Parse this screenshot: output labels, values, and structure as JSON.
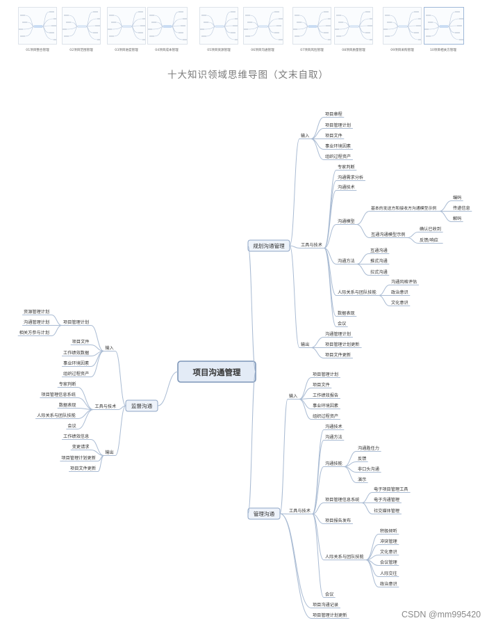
{
  "thumbnails": [
    {
      "label": "01项目整合管理"
    },
    {
      "label": "02项目范围管理"
    },
    {
      "label": "03项目进度管理"
    },
    {
      "label": "04项目成本管理"
    },
    {
      "label": "05项目资源管理"
    },
    {
      "label": "06项目沟通管理"
    },
    {
      "label": "07项目风险管理"
    },
    {
      "label": "08项目质量管理"
    },
    {
      "label": "09项目采购管理"
    },
    {
      "label": "10项目相关方管理",
      "active": true
    }
  ],
  "caption": "十大知识领域思维导图（文末自取）",
  "mindmap": {
    "root": "项目沟通管理",
    "nodes": {
      "plan": "规划沟通管理",
      "plan_in": "输入",
      "plan_in_1": "项目章程",
      "plan_in_2": "项目管理计划",
      "plan_in_3": "项目文件",
      "plan_in_4": "事业环境因素",
      "plan_in_5": "组织过程资产",
      "plan_tt": "工具与技术",
      "plan_tt_1": "专家判断",
      "plan_tt_2": "沟通需求分析",
      "plan_tt_3": "沟通技术",
      "plan_tt_model": "沟通模型",
      "model_basic": "基本的发送方和接收方沟通模型示例",
      "model_basic_1": "编码",
      "model_basic_2": "传递信息",
      "model_basic_3": "解码",
      "model_inter": "互通沟通模型示例",
      "model_inter_1": "确认已收到",
      "model_inter_2": "反馈/响应",
      "plan_tt_method": "沟通方法",
      "method_1": "互通沟通",
      "method_2": "推式沟通",
      "method_3": "拉式沟通",
      "plan_tt_skill": "人际关系与团队技能",
      "skill_1": "沟通风格评估",
      "skill_2": "政治意识",
      "skill_3": "文化意识",
      "plan_tt_5": "数据表现",
      "plan_tt_6": "会议",
      "plan_out": "输出",
      "plan_out_1": "沟通管理计划",
      "plan_out_2": "项目管理计划更新",
      "plan_out_3": "项目文件更新",
      "mgmt": "管理沟通",
      "mgmt_in": "输入",
      "mgmt_in_1": "项目管理计划",
      "mgmt_in_2": "项目文件",
      "mgmt_in_3": "工作绩效报告",
      "mgmt_in_4": "事业环境因素",
      "mgmt_in_5": "组织过程资产",
      "mgmt_tt": "工具与技术",
      "mgmt_tt_1": "沟通技术",
      "mgmt_tt_2": "沟通方法",
      "mgmt_tt_skill": "沟通技能",
      "mskill_1": "沟通胜任力",
      "mskill_2": "反馈",
      "mskill_3": "非口头沟通",
      "mskill_4": "演示",
      "mgmt_tt_pmis": "项目管理信息系统",
      "pmis_1": "电子项目管理工具",
      "pmis_2": "电子沟通管理",
      "pmis_3": "社交媒体管理",
      "mgmt_tt_report": "项目报告发布",
      "mgmt_tt_ip": "人际关系与团队技能",
      "ip_1": "积极倾听",
      "ip_2": "冲突管理",
      "ip_3": "文化意识",
      "ip_4": "会议管理",
      "ip_5": "人际交往",
      "ip_6": "政治意识",
      "mgmt_tt_meet": "会议",
      "mgmt_out_1": "项目沟通记录",
      "mgmt_out_2": "项目管理计划更新",
      "mon": "监督沟通",
      "mon_in": "输入",
      "mon_in_pmp": "项目管理计划",
      "mon_pmp_1": "资源管理计划",
      "mon_pmp_2": "沟通管理计划",
      "mon_pmp_3": "相关方参与计划",
      "mon_in_2": "项目文件",
      "mon_in_3": "工作绩效数据",
      "mon_in_4": "事业环境因素",
      "mon_in_5": "组织过程资产",
      "mon_tt": "工具与技术",
      "mon_tt_1": "专家判断",
      "mon_tt_2": "项目管理信息系统",
      "mon_tt_3": "数据表现",
      "mon_tt_4": "人际关系与团队技能",
      "mon_tt_5": "会议",
      "mon_out": "输出",
      "mon_out_1": "工作绩效信息",
      "mon_out_2": "变更请求",
      "mon_out_3": "项目管理计划更新",
      "mon_out_4": "项目文件更新"
    }
  },
  "colors": {
    "line": "#a9bbd3",
    "root_border": "#7d96b8",
    "root_fill": "#e3ebf6",
    "root_text": "#223a5e",
    "branch_border": "#8ea5c5",
    "branch_fill": "#eef3fa"
  },
  "watermark": "CSDN @mm995420"
}
